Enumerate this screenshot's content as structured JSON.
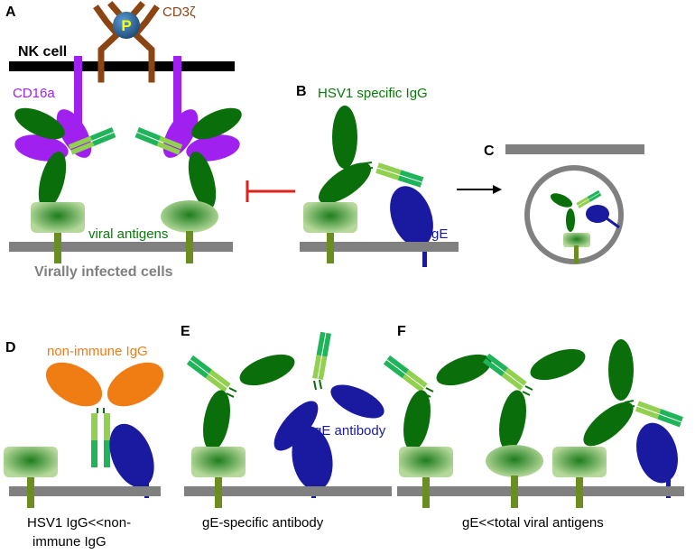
{
  "panels": {
    "a": {
      "letter": "A",
      "nk_cell_label": "NK cell",
      "cd3z_label": "CD3ζ",
      "phospho_label": "P",
      "cd16a_label": "CD16a",
      "viral_antigens_label": "viral antigens",
      "infected_cells_label": "Virally infected cells"
    },
    "b": {
      "letter": "B",
      "igg_label": "HSV1 specific IgG",
      "ge_label": "gE"
    },
    "c": {
      "letter": "C"
    },
    "d": {
      "letter": "D",
      "nonimmune_label": "non-immune IgG",
      "caption_line1": "HSV1 IgG<<non-",
      "caption_line2": "immune IgG"
    },
    "e": {
      "letter": "E",
      "ge_antibody_label": "gE antibody",
      "caption": "gE-specific antibody"
    },
    "f": {
      "letter": "F",
      "caption": "gE<<total viral antigens"
    }
  },
  "colors": {
    "membrane": "#808080",
    "nk_membrane": "#000000",
    "fc_green": "#0a6e0a",
    "light_green": "#92d050",
    "mid_green": "#1fb35a",
    "cd16a": "#a020f0",
    "cd3z": "#8b4513",
    "ge_blue": "#1a1aa0",
    "nonimmune_orange": "#f07c14",
    "antigen_box": "#a8d08d",
    "antigen_stalk": "#6b8e23",
    "inhibit_red": "#e0201a",
    "phospho_ball": "#2e75b6",
    "phospho_text": "#ffff00"
  }
}
